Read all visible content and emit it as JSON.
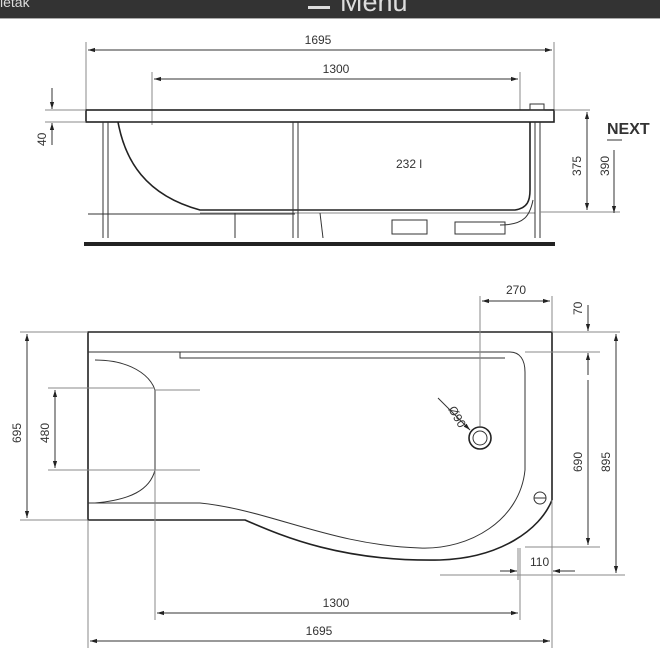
{
  "topbar": {
    "left_text": "letak",
    "menu_label": "Menu",
    "menu_icon": "hamburger-icon"
  },
  "side_view": {
    "overall_length": "1695",
    "inner_length": "1300",
    "rim_height": "40",
    "volume": "232 l",
    "depth": "375",
    "total_height": "390",
    "brand": "NEXT"
  },
  "top_view": {
    "drain_offset": "270",
    "drain_margin": "70",
    "overall_width": "695",
    "narrow_width": "480",
    "drain_diameter": "Ø90",
    "inner_width": "690",
    "max_width": "895",
    "corner_offset": "110",
    "inner_length": "1300",
    "overall_length": "1695"
  }
}
